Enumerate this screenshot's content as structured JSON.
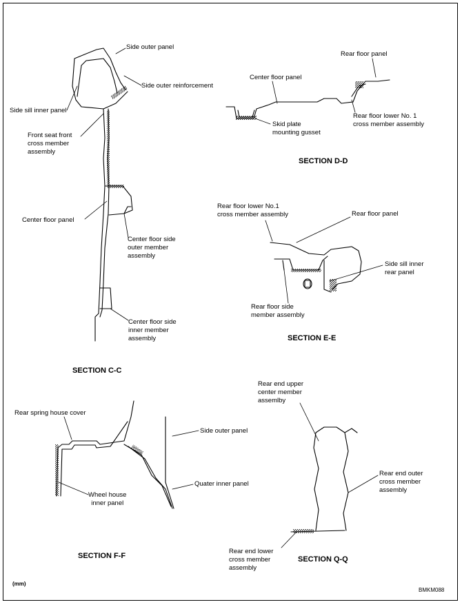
{
  "labels": {
    "side_outer_panel": "Side outer panel",
    "side_outer_reinforcement": "Side outer reinforcement",
    "side_sill_inner_panel": "Side sill inner panel",
    "front_seat_front_cross_member": "Front seat front\ncross member\nassembly",
    "center_floor_panel_cc": "Center floor panel",
    "center_floor_side_outer_member": "Center floor side\nouter member\nassembly",
    "center_floor_side_inner_member": "Center floor side\ninner member\nassembly",
    "center_floor_panel_dd": "Center floor panel",
    "rear_floor_panel_dd": "Rear floor panel",
    "skid_plate_gusset": "Skid plate\nmounting gusset",
    "rear_floor_lower_no1_dd": "Rear floor lower No. 1\ncross member assembly",
    "rear_floor_lower_no1_ee": "Rear floor lower No.1\ncross member assembly",
    "rear_floor_panel_ee": "Rear floor panel",
    "side_sill_inner_rear_panel": "Side sill inner\nrear panel",
    "rear_floor_side_member": "Rear floor side\nmember assembly",
    "rear_spring_house_cover": "Rear spring house cover",
    "side_outer_panel_ff": "Side outer panel",
    "quater_inner_panel": "Quater inner panel",
    "wheel_house_inner_panel": "Wheel house\ninner panel",
    "rear_end_upper_center_member": "Rear end upper\ncenter member\nassemlby",
    "rear_end_outer_cross_member": "Rear end outer\ncross member\nassembly",
    "rear_end_lower_cross_member": "Rear end lower\ncross member\nassembly"
  },
  "sections": {
    "cc": "SECTION C-C",
    "dd": "SECTION D-D",
    "ee": "SECTION E-E",
    "ff": "SECTION F-F",
    "qq": "SECTION Q-Q"
  },
  "footer": {
    "unit": "(mm)",
    "code": "BMKM088"
  }
}
